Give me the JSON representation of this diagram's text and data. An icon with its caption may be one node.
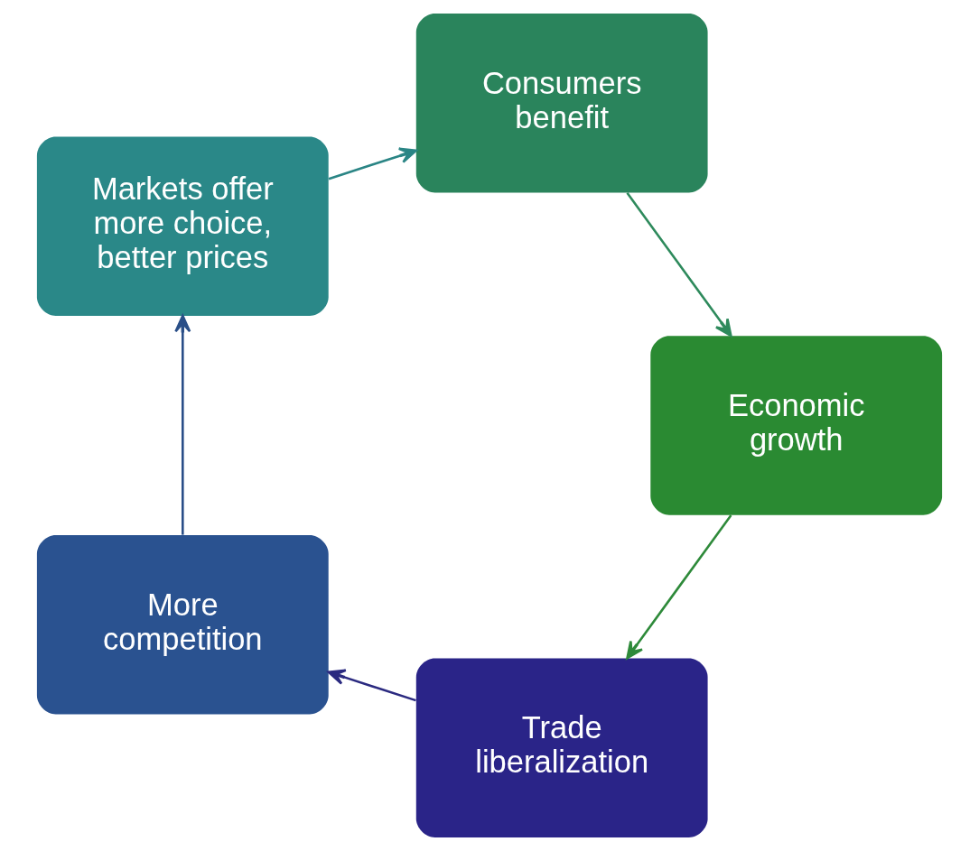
{
  "diagram": {
    "nodes": [
      {
        "text": [
          "Trade liberalization"
        ]
      },
      {
        "text": [
          "More competition"
        ]
      },
      {
        "text": [
          "Markets offer more choice, better prices"
        ]
      },
      {
        "text": [
          "Consumers benefit"
        ]
      },
      {
        "text": [
          "Economic growth"
        ]
      }
    ],
    "edges": [
      {
        "from": 0,
        "to": 1,
        "arrow": "to",
        "color": "#2b2a80"
      },
      {
        "from": 1,
        "to": 2,
        "arrow": "to",
        "color": "#2a4f88"
      },
      {
        "from": 2,
        "to": 3,
        "arrow": "to",
        "color": "#2a8585"
      },
      {
        "from": 3,
        "to": 4,
        "arrow": "to",
        "color": "#2e8a5c"
      },
      {
        "from": 4,
        "to": 0,
        "arrow": "to",
        "color": "#2e8a3a"
      }
    ]
  }
}
